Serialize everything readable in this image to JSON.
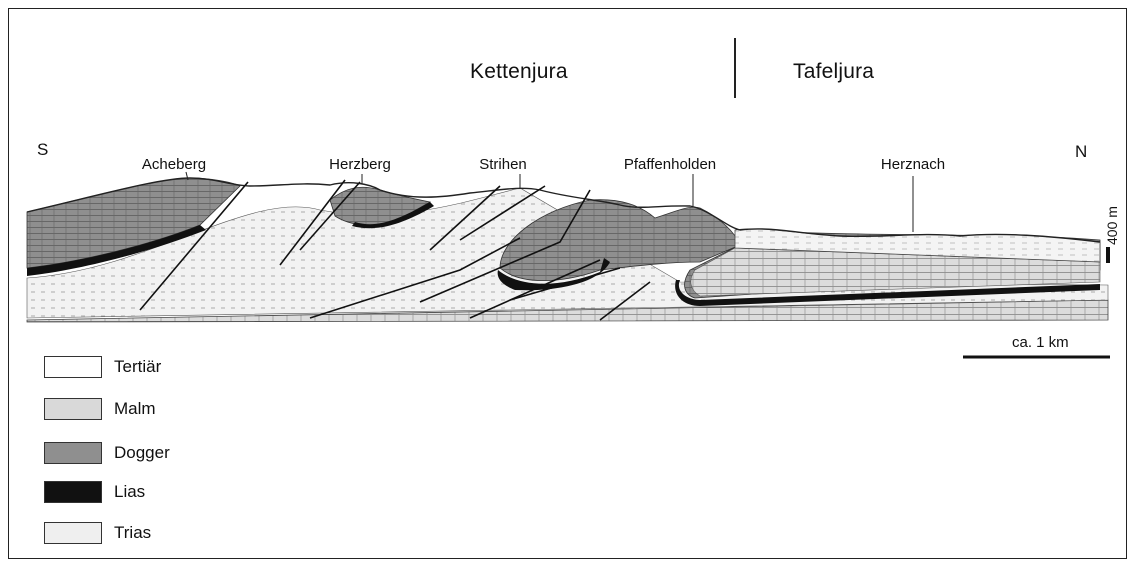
{
  "regions": {
    "left": "Kettenjura",
    "right": "Tafeljura"
  },
  "directions": {
    "south": "S",
    "north": "N"
  },
  "peaks": [
    "Acheberg",
    "Herzberg",
    "Strihen",
    "Pfaffenholden",
    "Herznach"
  ],
  "vertical_scale": "400 m",
  "horizontal_scale": "ca. 1 km",
  "legend": [
    {
      "label": "Tertiär",
      "color": "#ffffff"
    },
    {
      "label": "Malm",
      "color": "#d9d9d9"
    },
    {
      "label": "Dogger",
      "color": "#8f8f8f"
    },
    {
      "label": "Lias",
      "color": "#111111"
    },
    {
      "label": "Trias",
      "color": "#efefef"
    }
  ]
}
